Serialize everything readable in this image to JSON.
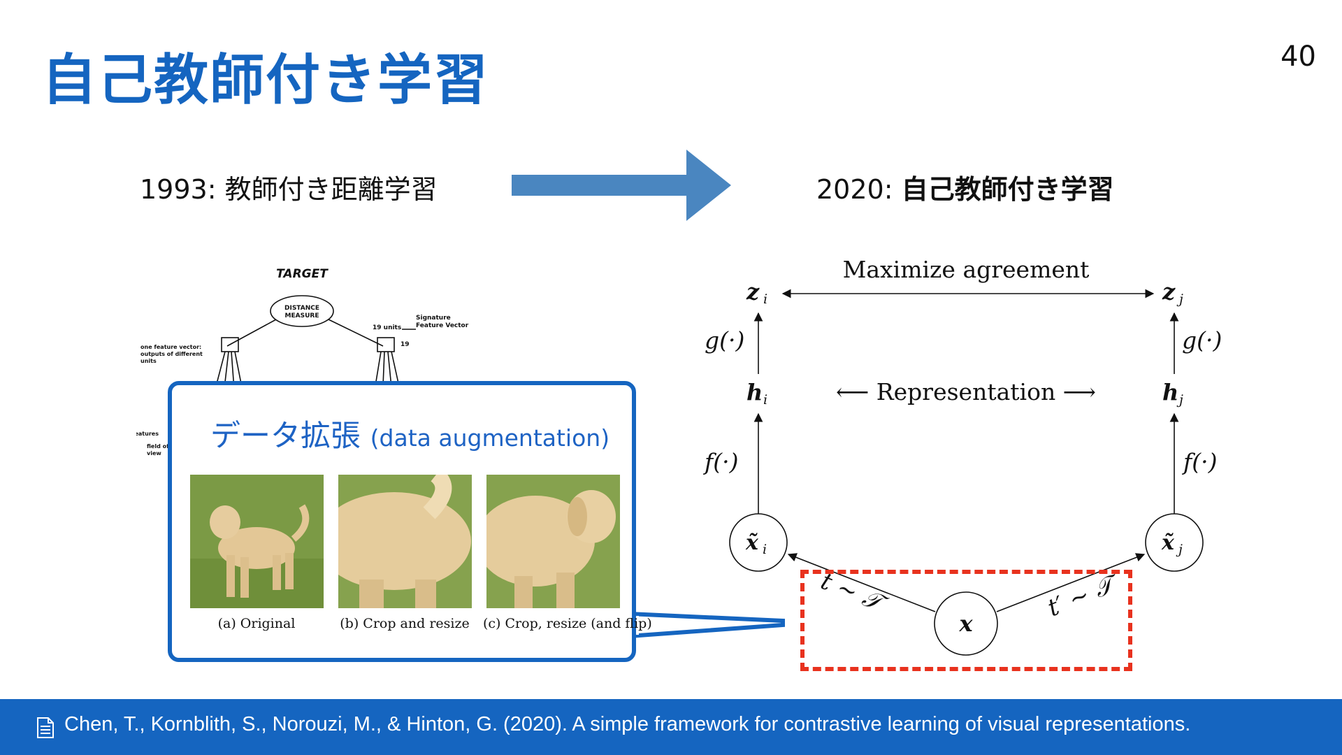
{
  "slide": {
    "title": "自己教師付き学習",
    "page_number": "40"
  },
  "left": {
    "heading": "1993: 教師付き距離学習",
    "figure_labels": {
      "target": "TARGET",
      "distance_line1": "DISTANCE",
      "distance_line2": "MEASURE",
      "units": "19 units",
      "signature_line1": "Signature",
      "signature_line2": "Feature Vector",
      "num": "19",
      "feature_line1": "one feature vector:",
      "feature_line2": "outputs of different",
      "feature_line3": "units",
      "features": "features",
      "field_line1": "field of",
      "field_line2": "view"
    }
  },
  "right": {
    "heading_prefix": "2020: ",
    "heading_bold": "自己教師付き学習"
  },
  "augmentation": {
    "title_ja": "データ拡張 ",
    "title_en": "(data augmentation)",
    "captions": [
      "(a) Original",
      "(b) Crop and resize",
      "(c) Crop, resize (and flip)"
    ]
  },
  "simclr": {
    "top_label": "Maximize agreement",
    "mid_label": "⟵ Representation ⟶",
    "z_i": "z",
    "z_j": "z",
    "h_i": "h",
    "h_j": "h",
    "x_tilde": "x̃",
    "x": "x",
    "sub_i": "i",
    "sub_j": "j",
    "g_label": "g(·)",
    "f_label": "f(·)",
    "t_label": "t ∼ 𝒯",
    "tp_label": "t′ ∼ 𝒯"
  },
  "footer": {
    "citation": "Chen, T., Kornblith, S., Norouzi, M., & Hinton, G. (2020). A simple framework for contrastive learning of visual representations."
  },
  "colors": {
    "accent": "#1565c0",
    "arrow": "#4a86c0",
    "dashed_box": "#e8321e"
  }
}
